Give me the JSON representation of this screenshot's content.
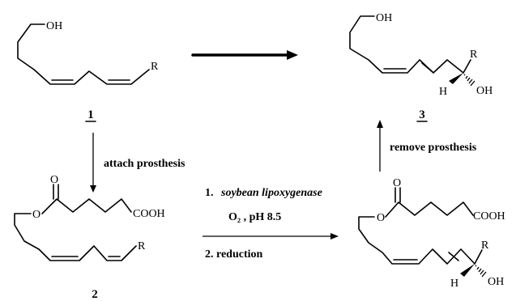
{
  "compounds": {
    "c1": {
      "number": "1",
      "oh": "OH",
      "r": "R"
    },
    "c2": {
      "number": "2",
      "o": "O",
      "acid": "COOH",
      "r": "R"
    },
    "c3": {
      "number": "3",
      "oh": "OH",
      "r": "R",
      "h": "H",
      "oh2": "OH"
    },
    "c4": {
      "o": "O",
      "acid": "COOH",
      "r": "R",
      "h": "H",
      "oh": "OH"
    }
  },
  "steps": {
    "attach": "attach prosthesis",
    "remove": "remove prosthesis",
    "step1_number": "1.",
    "step1_enzyme": "soybean lipoxygenase",
    "step1_conditions": "O₂ ,  pH 8.5",
    "step2": "2.  reduction"
  }
}
